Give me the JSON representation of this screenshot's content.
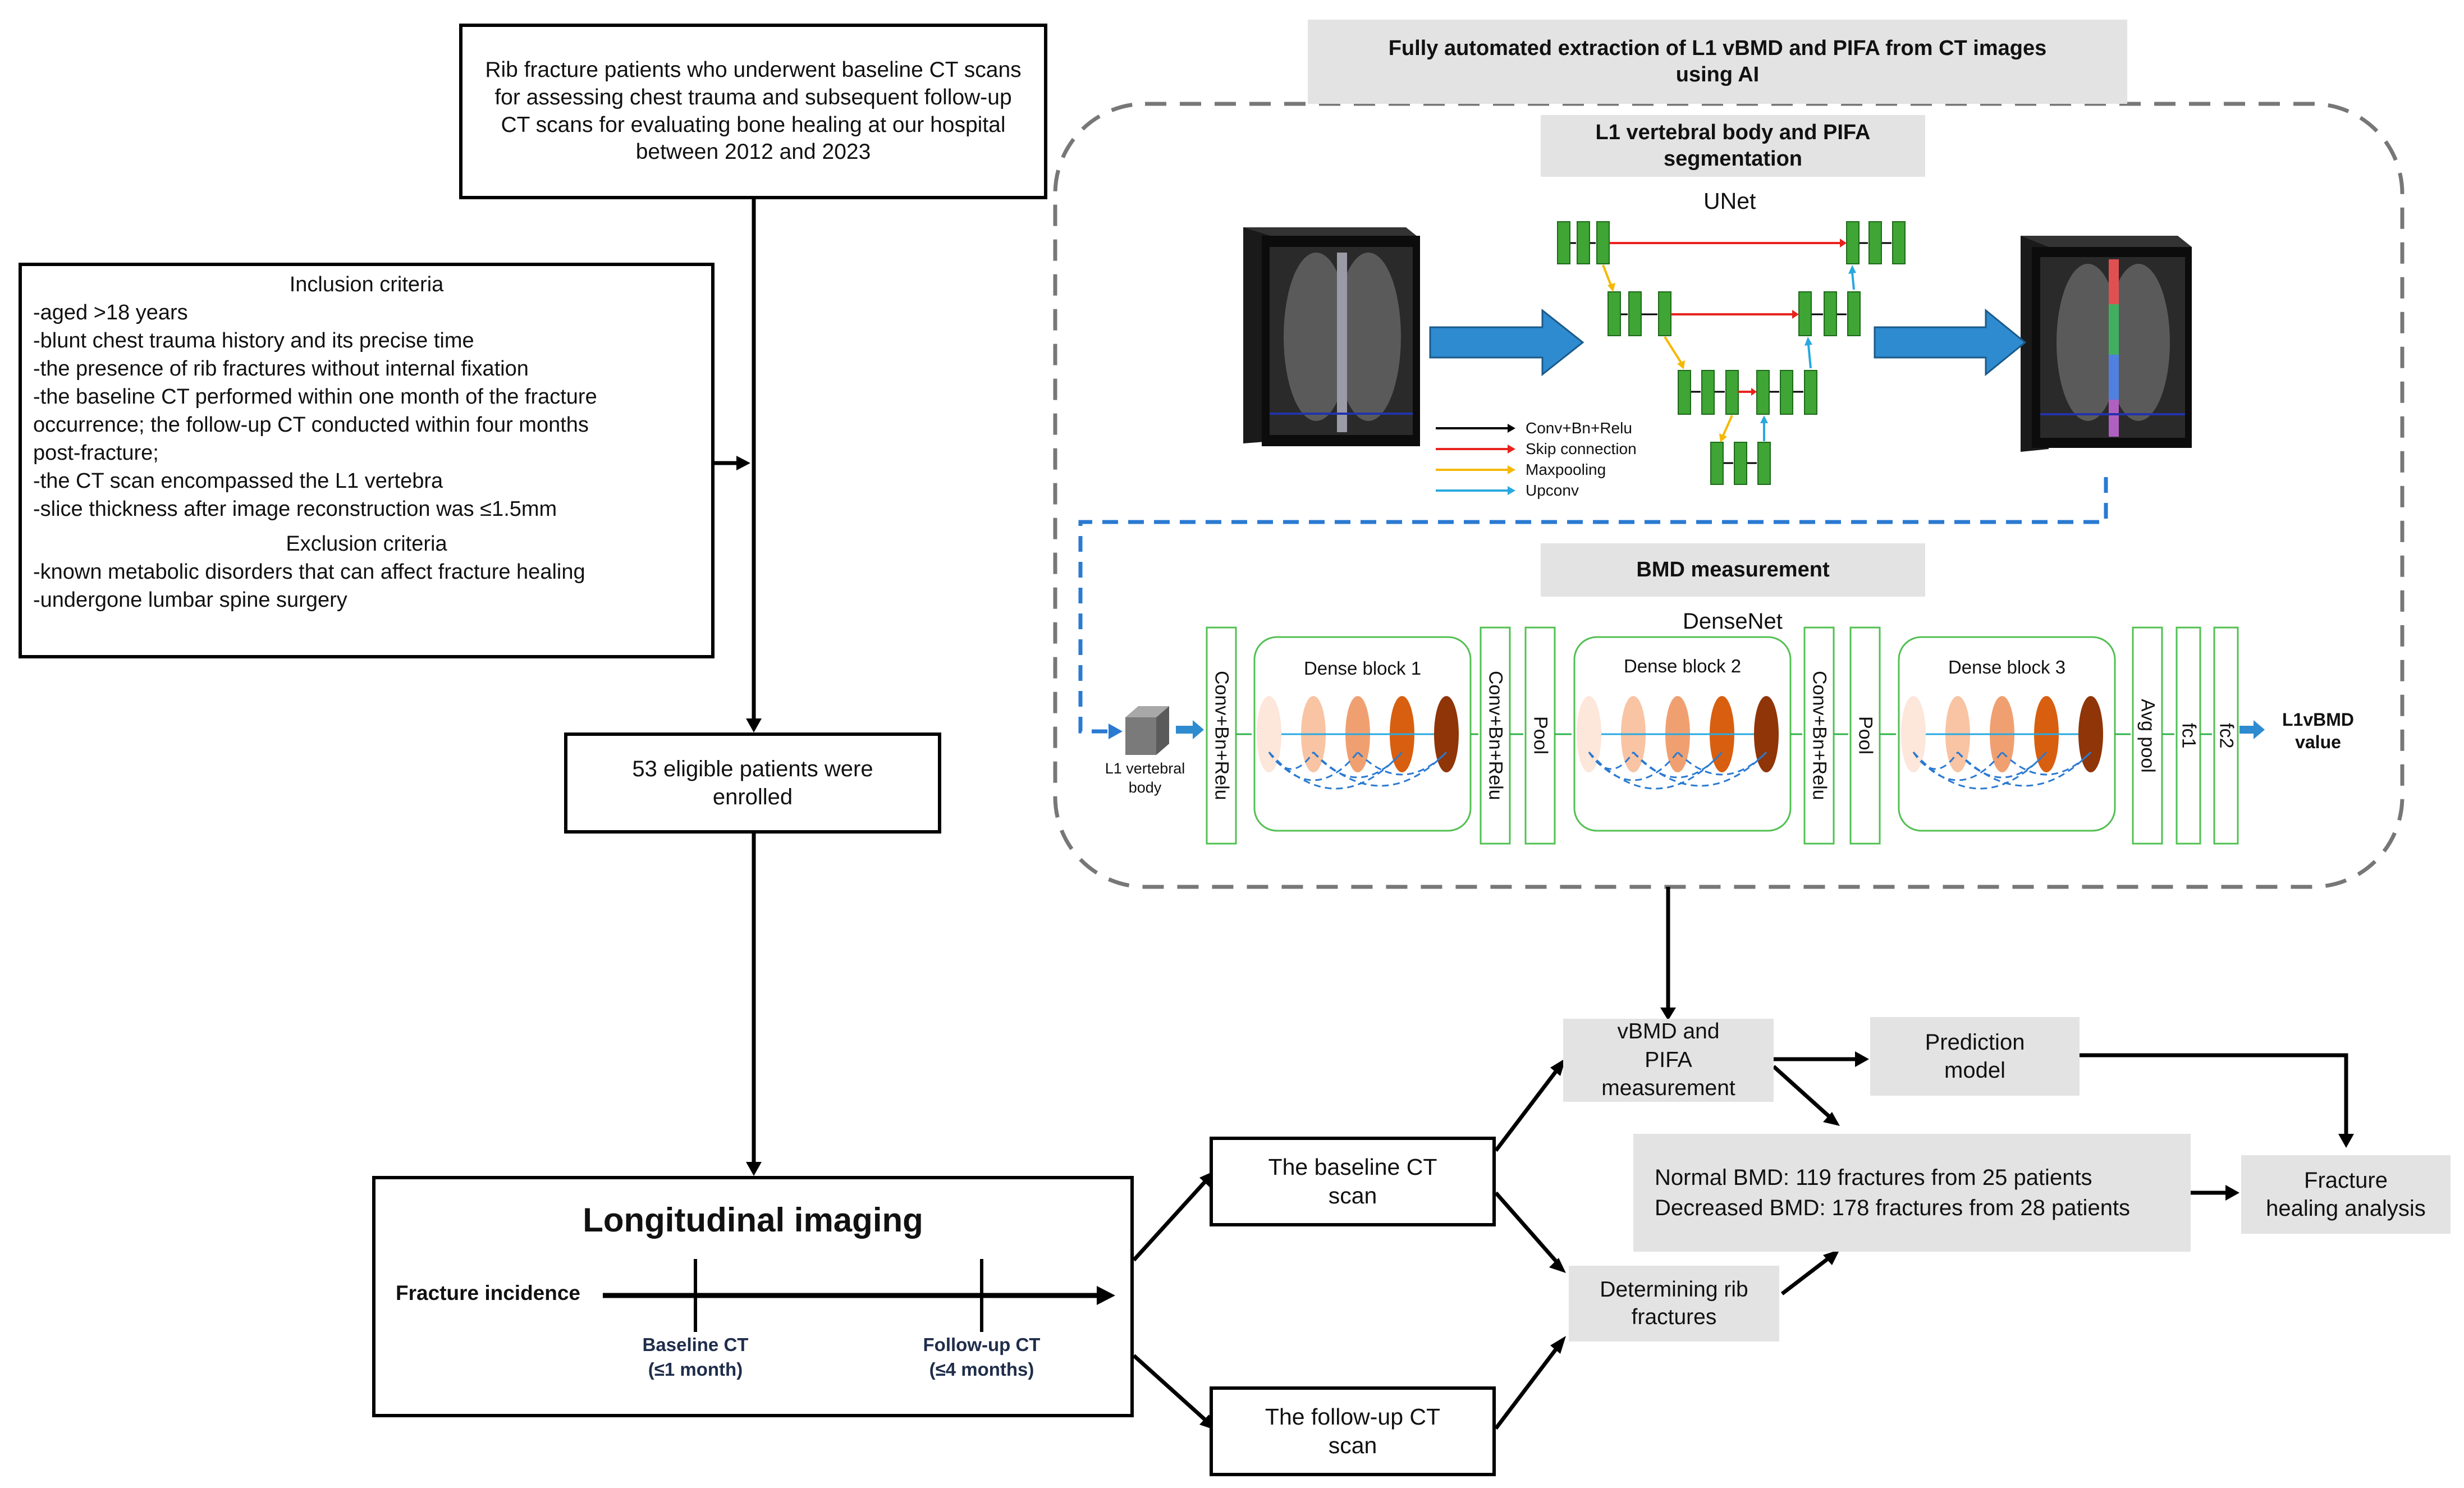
{
  "flow": {
    "population": "Rib fracture patients who underwent baseline CT scans for assessing chest trauma and subsequent follow-up CT scans for evaluating bone healing at our hospital between 2012 and 2023",
    "inclusion_title": "Inclusion criteria",
    "inclusion_items": [
      "-aged >18 years",
      "-blunt chest trauma history and its precise time",
      "-the presence of rib fractures without internal fixation",
      "-the baseline CT performed within one month of the fracture",
      "occurrence; the follow-up CT conducted within four months",
      "post-fracture;",
      "-the CT scan encompassed the L1 vertebra",
      "-slice thickness after image reconstruction was ≤1.5mm"
    ],
    "exclusion_title": "Exclusion criteria",
    "exclusion_items": [
      "-known metabolic disorders that can affect fracture healing",
      "-undergone lumbar spine surgery"
    ],
    "enrolled_l1": "53 eligible patients were",
    "enrolled_l2": "enrolled"
  },
  "longitudinal": {
    "title": "Longitudinal imaging",
    "incidence": "Fracture incidence",
    "baseline_l1": "Baseline CT",
    "baseline_l2": "(≤1 month)",
    "followup_l1": "Follow-up CT",
    "followup_l2": "(≤4 months)"
  },
  "scans": {
    "baseline_l1": "The baseline CT",
    "baseline_l2": "scan",
    "followup_l1": "The follow-up CT",
    "followup_l2": "scan"
  },
  "pipeline": {
    "header_l1": "Fully automated extraction of L1 vBMD and PIFA from CT images",
    "header_l2": "using AI",
    "seg_l1": "L1 vertebral body and PIFA",
    "seg_l2": "segmentation",
    "unet": "UNet",
    "legend": [
      "Conv+Bn+Relu",
      "Skip connection",
      "Maxpooling",
      "Upconv"
    ],
    "bmd_title": "BMD measurement",
    "densenet": "DenseNet",
    "input_l1": "L1 vertebral",
    "input_l2": "body",
    "conv": "Conv+Bn+Relu",
    "pool": "Pool",
    "avgpool": "Avg pool",
    "fc1": "fc1",
    "fc2": "fc2",
    "blocks": [
      "Dense block 1",
      "Dense block 2",
      "Dense block 3"
    ],
    "output_l1": "L1vBMD",
    "output_l2": "value"
  },
  "analysis": {
    "vbmd_l1": "vBMD and",
    "vbmd_l2": "PIFA",
    "vbmd_l3": "measurement",
    "pred_l1": "Prediction",
    "pred_l2": "model",
    "groups_l1": "Normal BMD: 119 fractures from 25 patients",
    "groups_l2": "Decreased BMD: 178 fractures from 28 patients",
    "det_l1": "Determining rib",
    "det_l2": "fractures",
    "heal_l1": "Fracture",
    "heal_l2": "healing analysis"
  },
  "colors": {
    "box_gray": "#e3e3e3",
    "arrow_blue": "#2e8bd0",
    "unet_green": "#3fa535",
    "skip_red": "#e8231c",
    "maxpool_yellow": "#f5b800",
    "upconv_cyan": "#29a8e0",
    "dense_border": "#52c052",
    "dash_gray": "#777777",
    "dash_blue": "#2a7ad2",
    "dense_fills": [
      "#fde6da",
      "#f8c4a3",
      "#f0a070",
      "#d85f10",
      "#8f3508"
    ]
  }
}
